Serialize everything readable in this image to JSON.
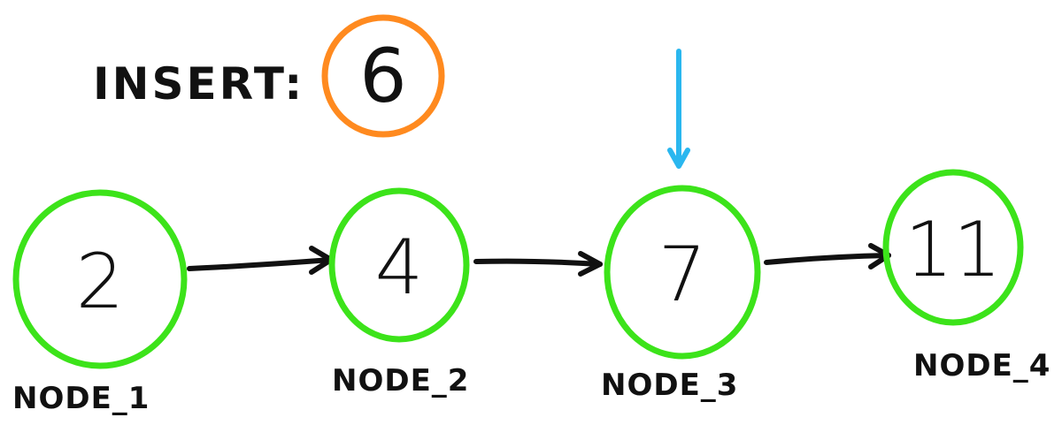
{
  "insert": {
    "label": "INSERT:",
    "value": "6",
    "circle_color": "#ff8a1f"
  },
  "pointer": {
    "color": "#2ab7ef",
    "target_node": "NODE_3"
  },
  "node_color": "#3ce31a",
  "arrow_color": "#111111",
  "nodes": [
    {
      "value": "2",
      "label": "NODE_1"
    },
    {
      "value": "4",
      "label": "NODE_2"
    },
    {
      "value": "7",
      "label": "NODE_3"
    },
    {
      "value": "11",
      "label": "NODE_4"
    }
  ]
}
